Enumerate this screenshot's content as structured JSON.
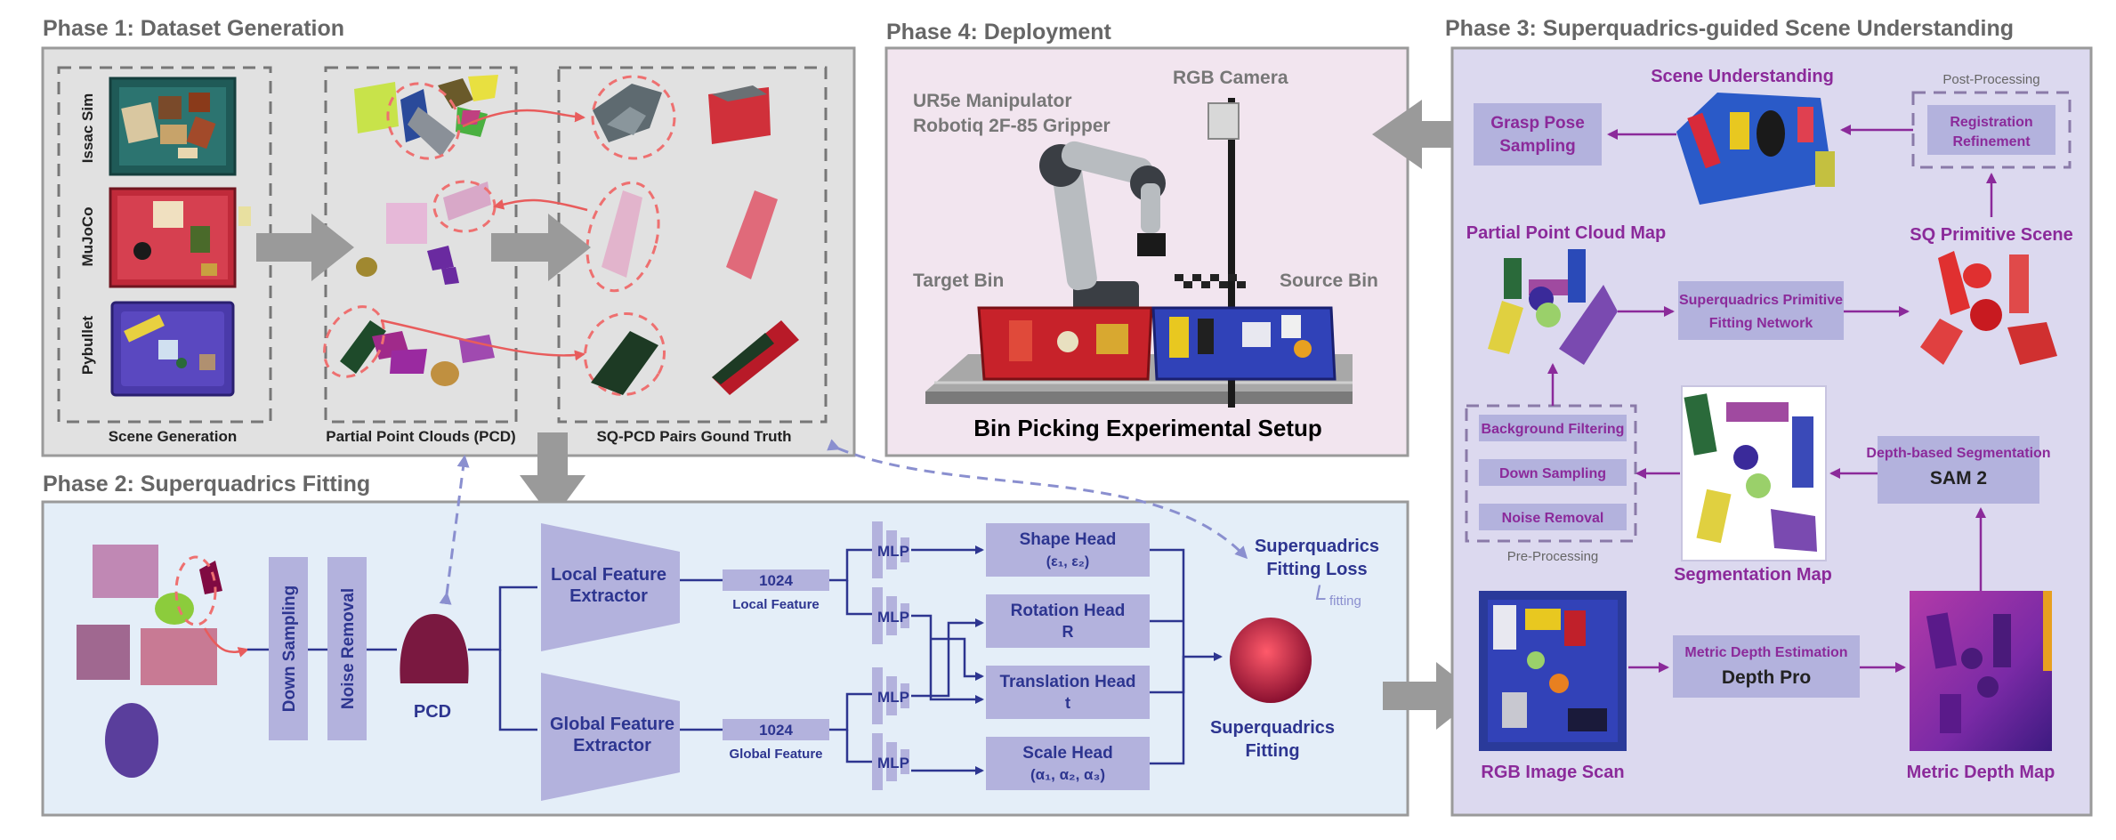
{
  "colors": {
    "phase_title": "#666666",
    "phase1_bg": "#e1e1e1",
    "phase2_bg": "#e4eef8",
    "phase3_bg": "#dcd9ef",
    "phase4_bg": "#f2e5ef",
    "block_fill": "#b3b2dd",
    "block_text": "#2d3590",
    "purple_text": "#8b2a9a",
    "arrow_grey": "#999999",
    "red_dash": "#ee7070"
  },
  "phase1": {
    "title": "Phase 1: Dataset Generation",
    "sims": [
      "Issac Sim",
      "MuJoCo",
      "Pybullet"
    ],
    "captions": [
      "Scene Generation",
      "Partial Point Clouds (PCD)",
      "SQ-PCD Pairs Gound Truth"
    ]
  },
  "phase2": {
    "title": "Phase 2: Superquadrics Fitting",
    "down_sampling": "Down Sampling",
    "noise_removal": "Noise Removal",
    "pcd_label": "PCD",
    "local_extractor": [
      "Local Feature",
      "Extractor"
    ],
    "global_extractor": [
      "Global Feature",
      "Extractor"
    ],
    "local_dim": "1024",
    "local_feature": "Local Feature",
    "global_dim": "1024",
    "global_feature": "Global Feature",
    "mlp": "MLP",
    "heads": [
      {
        "name": "Shape Head",
        "param": "(ε₁, ε₂)"
      },
      {
        "name": "Rotation Head",
        "param": "R"
      },
      {
        "name": "Translation Head",
        "param": "t"
      },
      {
        "name": "Scale Head",
        "param": "(α₁, α₂, α₃)"
      }
    ],
    "loss_title": [
      "Superquadrics",
      "Fitting Loss"
    ],
    "loss_symbol": "L",
    "loss_sub": "fitting",
    "fitting_label": [
      "Superquadrics",
      "Fitting"
    ]
  },
  "phase3": {
    "title": "Phase 3: Superquadrics-guided Scene Understanding",
    "grasp_pose": [
      "Grasp Pose",
      "Sampling"
    ],
    "scene_understanding": "Scene Understanding",
    "post_processing": "Post-Processing",
    "registration": [
      "Registration",
      "Refinement"
    ],
    "sq_primitive_scene": "SQ Primitive Scene",
    "partial_pc_map": "Partial Point Cloud Map",
    "sq_network": [
      "Superquadrics Primitive",
      "Fitting Network"
    ],
    "preprocessing_steps": [
      "Background Filtering",
      "Down Sampling",
      "Noise Removal"
    ],
    "pre_processing": "Pre-Processing",
    "segmentation_map": "Segmentation Map",
    "depth_seg": "Depth-based Segmentation",
    "sam": "SAM 2",
    "rgb_scan": "RGB Image Scan",
    "metric_depth_est": "Metric Depth Estimation",
    "depth_pro": "Depth Pro",
    "metric_depth_map": "Metric Depth Map"
  },
  "phase4": {
    "title": "Phase 4: Deployment",
    "manipulator": [
      "UR5e Manipulator",
      "Robotiq 2F-85 Gripper"
    ],
    "camera": "RGB Camera",
    "target_bin": "Target Bin",
    "source_bin": "Source Bin",
    "caption": "Bin Picking Experimental Setup"
  }
}
